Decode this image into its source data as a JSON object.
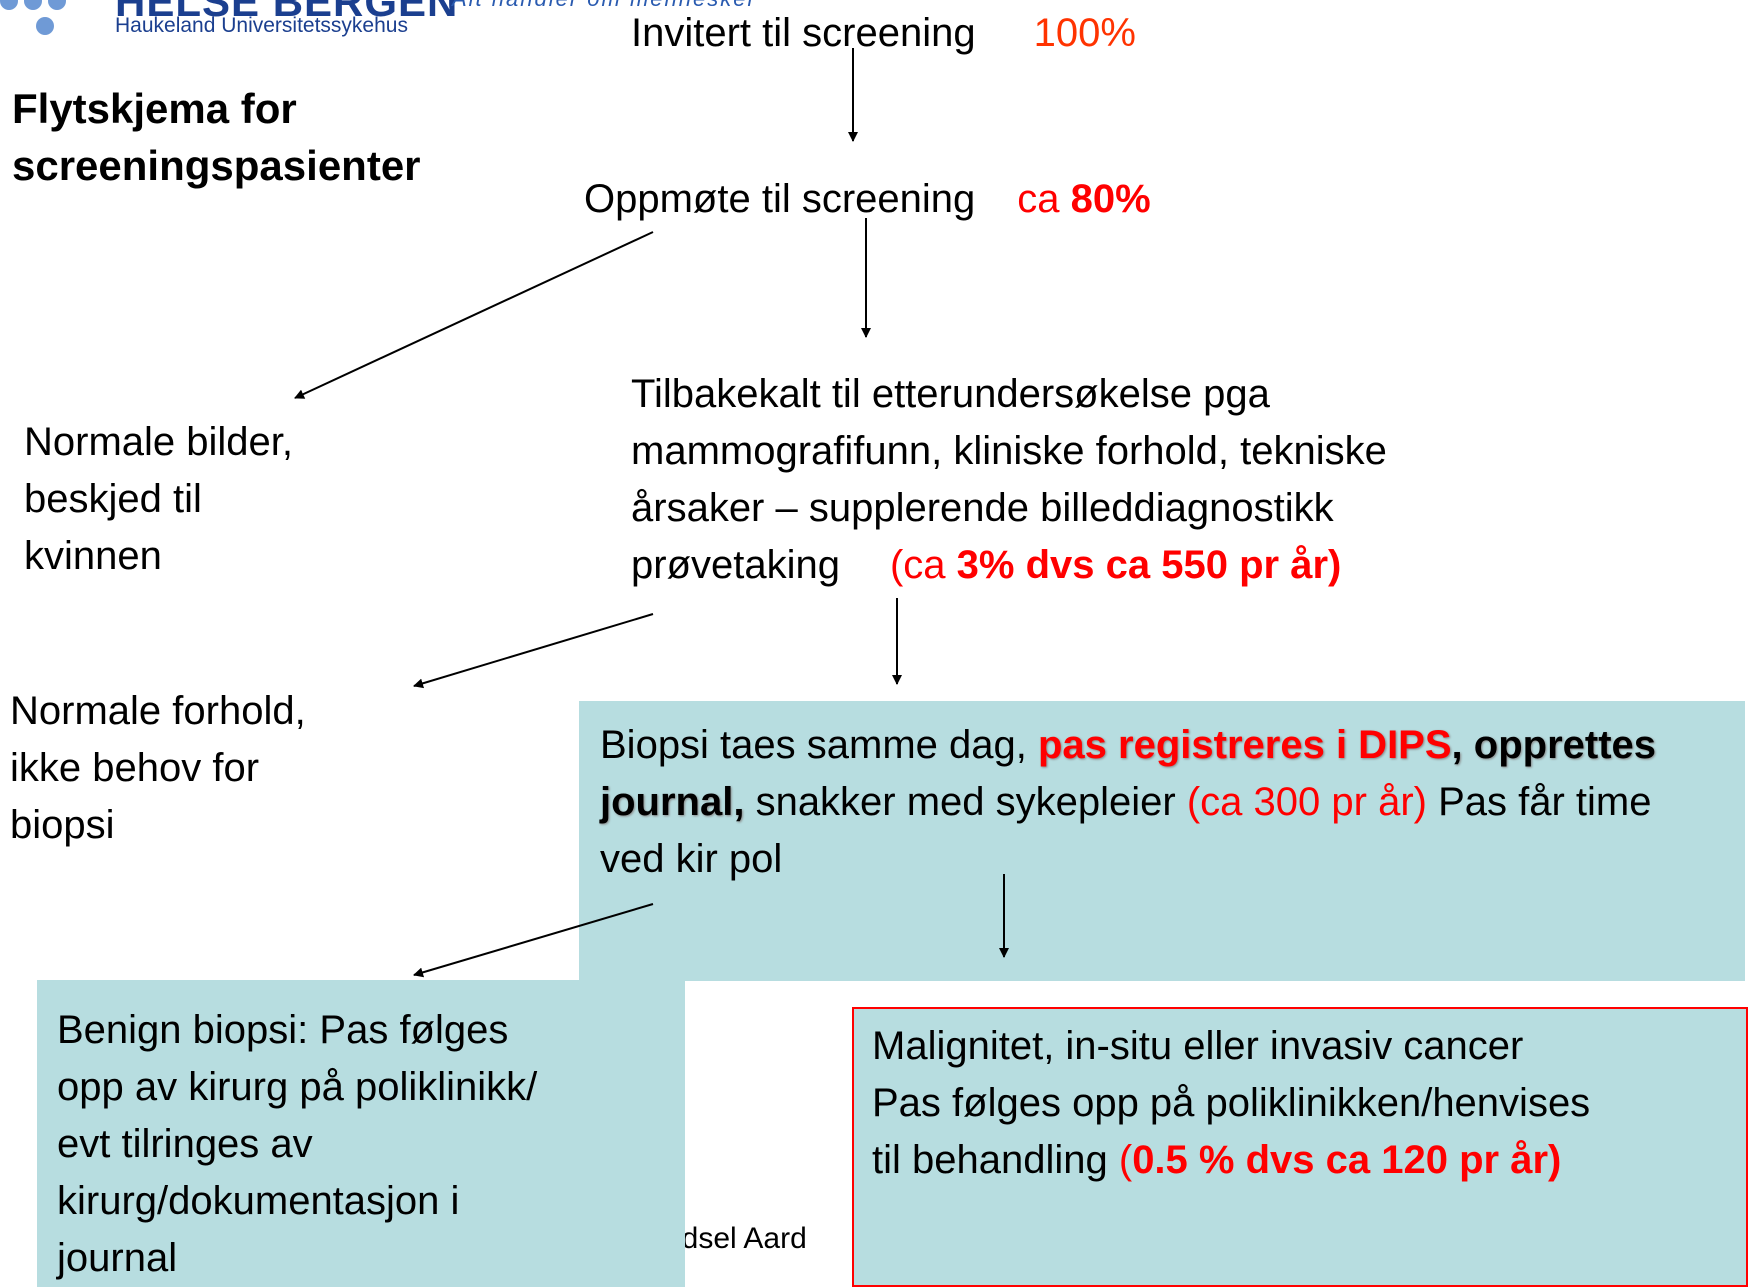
{
  "header": {
    "logo_name": "HELSE BERGEN",
    "logo_subtitle": "Haukeland Universitetssykehus",
    "slogan": "Alt handler om mennesker"
  },
  "title": [
    "Flytskjema for",
    "screeningspasienter"
  ],
  "steps": {
    "invited": {
      "text": "Invitert til screening",
      "value": "100%"
    },
    "attended": {
      "text": "Oppmøte til screening",
      "value_prefix": "ca ",
      "value": "80%"
    },
    "normal_images": [
      "Normale bilder,",
      "beskjed til",
      "kvinnen"
    ],
    "recalled": {
      "lines": [
        "Tilbakekalt til etterundersøkelse pga",
        "mammografifunn, kliniske forhold, tekniske",
        "årsaker – supplerende billeddiagnostikk"
      ],
      "last_line": "prøvetaking",
      "stat_open": "(ca ",
      "stat_bold": "3% dvs ca 550 pr år)"
    },
    "normal_conditions": [
      "Normale forhold,",
      "ikke behov for",
      "biopsi"
    ],
    "biopsy": {
      "part1": "Biopsi taes samme dag, ",
      "part2_bold_red": "pas registreres i DIPS",
      "part3_bold": ", opprettes journal,",
      "part4": " snakker med sykepleier ",
      "part5_red": "(ca 300 pr år)",
      "part6": " Pas får time ved kir pol"
    },
    "benign": [
      "Benign biopsi: Pas følges",
      "opp av kirurg på poliklinikk/",
      "evt tilringes av",
      "kirurg/dokumentasjon i",
      "journal"
    ],
    "malignant": {
      "line1": "Malignitet, in-situ eller invasiv cancer",
      "line2": "Pas følges opp på poliklinikken/henvises",
      "line3_text": "til behandling ",
      "line3_paren": "(",
      "line3_bold": "0.5 % dvs ca 120 pr år)"
    }
  },
  "footer": {
    "author": "Sidsel Aard"
  },
  "colors": {
    "red": "#ff0000",
    "teal_box": "#b7dde0",
    "logo_blue": "#1b3f8f"
  }
}
